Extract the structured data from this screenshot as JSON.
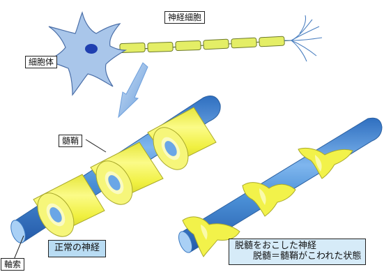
{
  "labels": {
    "neuron": "神経細胞",
    "cell_body": "細胞体",
    "myelin_sheath": "髄鞘",
    "axon": "軸索"
  },
  "captions": {
    "normal_nerve": "正常の神経",
    "demyelinated_line1": "脱髄をおこした神経",
    "demyelinated_line2": "脱髄＝髄鞘がこわれた状態"
  },
  "colors": {
    "axon_fill": "#4a8fd6",
    "axon_end": "#a9d0f5",
    "myelin_fill": "#f2f24a",
    "myelin_end": "#fafab0",
    "cell_body": "#a9c6ea",
    "nucleus": "#1f3fb0",
    "arrow": "#8fb6e6"
  }
}
